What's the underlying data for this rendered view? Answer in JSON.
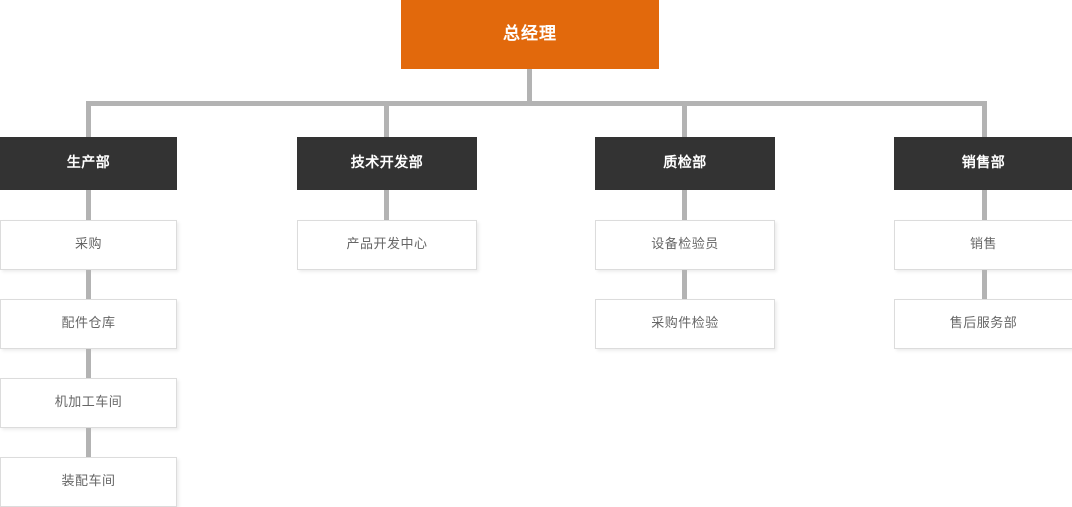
{
  "chart_title": "",
  "colors": {
    "root_bg": "#e2690c",
    "root_text": "#ffffff",
    "dept_bg": "#333333",
    "dept_text": "#ffffff",
    "sub_bg": "#ffffff",
    "sub_text": "#666666",
    "sub_border": "#dcdcdc",
    "connector": "#b3b3b3",
    "page_bg": "#ffffff"
  },
  "root": {
    "label": "总经理"
  },
  "branches": [
    {
      "dept": "生产部",
      "children": [
        {
          "label": "采购"
        },
        {
          "label": "配件仓库"
        },
        {
          "label": "机加工车间"
        },
        {
          "label": "装配车间"
        }
      ]
    },
    {
      "dept": "技术开发部",
      "children": [
        {
          "label": "产品开发中心"
        }
      ]
    },
    {
      "dept": "质检部",
      "children": [
        {
          "label": "设备检验员"
        },
        {
          "label": "采购件检验"
        }
      ]
    },
    {
      "dept": "销售部",
      "children": [
        {
          "label": "销售"
        },
        {
          "label": "售后服务部"
        }
      ]
    }
  ]
}
